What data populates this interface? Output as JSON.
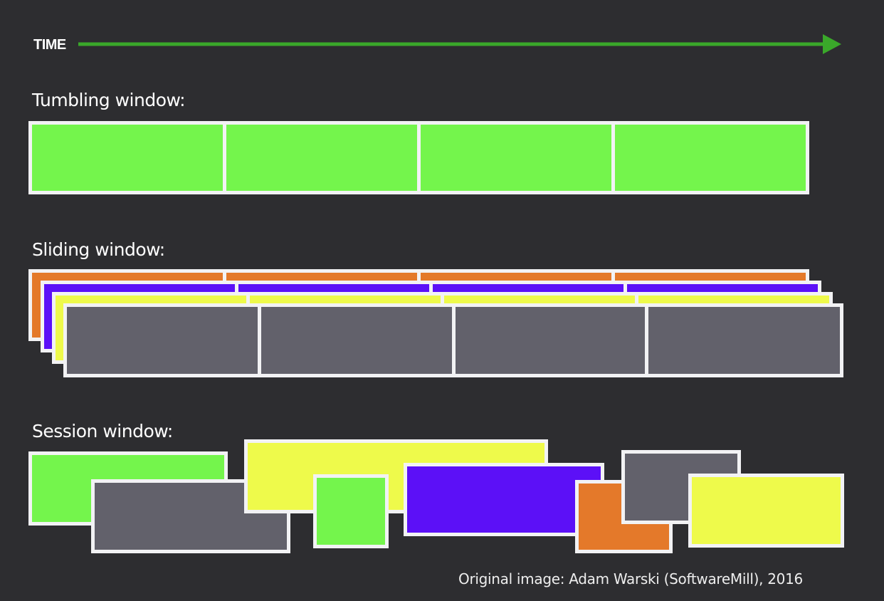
{
  "time_axis": {
    "label": "TIME",
    "arrow_color": "#3aa82a"
  },
  "sections": {
    "tumbling": {
      "label": "Tumbling window:"
    },
    "sliding": {
      "label": "Sliding window:"
    },
    "session": {
      "label": "Session window:"
    }
  },
  "colors": {
    "background": "#2d2d30",
    "border": "#f2f2f4",
    "green": "#74f54c",
    "orange": "#e4792a",
    "purple": "#5c10f7",
    "yellow": "#eefa4b",
    "grey": "#62616b"
  },
  "tumbling_windows": [
    "green",
    "green",
    "green",
    "green"
  ],
  "sliding_layers": [
    {
      "color": "orange",
      "segments": 4
    },
    {
      "color": "purple",
      "segments": 4
    },
    {
      "color": "yellow",
      "segments": 4
    },
    {
      "color": "grey",
      "segments": 4
    }
  ],
  "session_windows": [
    "green",
    "yellow",
    "grey",
    "green",
    "purple",
    "orange",
    "grey",
    "yellow"
  ],
  "credit": "Original image: Adam Warski (SoftwareMill), 2016"
}
